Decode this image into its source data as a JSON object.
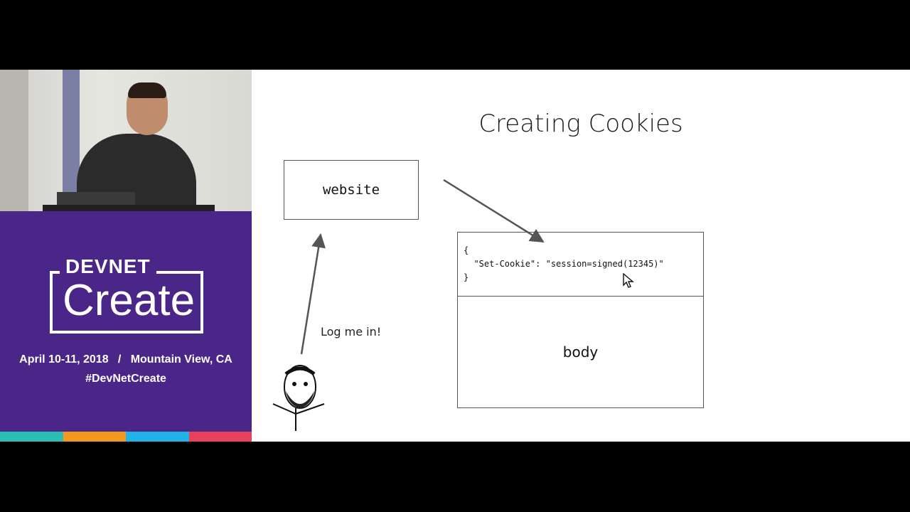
{
  "branding": {
    "devnet": "DEVNET",
    "create": "Create",
    "date_location": "April 10-11, 2018   /   Mountain View, CA",
    "hashtag": "#DevNetCreate",
    "colors": {
      "purple": "#4b2689",
      "stripe": [
        "#2bbfb3",
        "#f39a1e",
        "#1fb3e8",
        "#e8425a"
      ]
    }
  },
  "slide": {
    "title": "Creating Cookies",
    "website_label": "website",
    "header_code": "{\n  \"Set-Cookie\": \"session=signed(12345)\"\n}",
    "body_label": "body",
    "login_caption": "Log me in!"
  }
}
